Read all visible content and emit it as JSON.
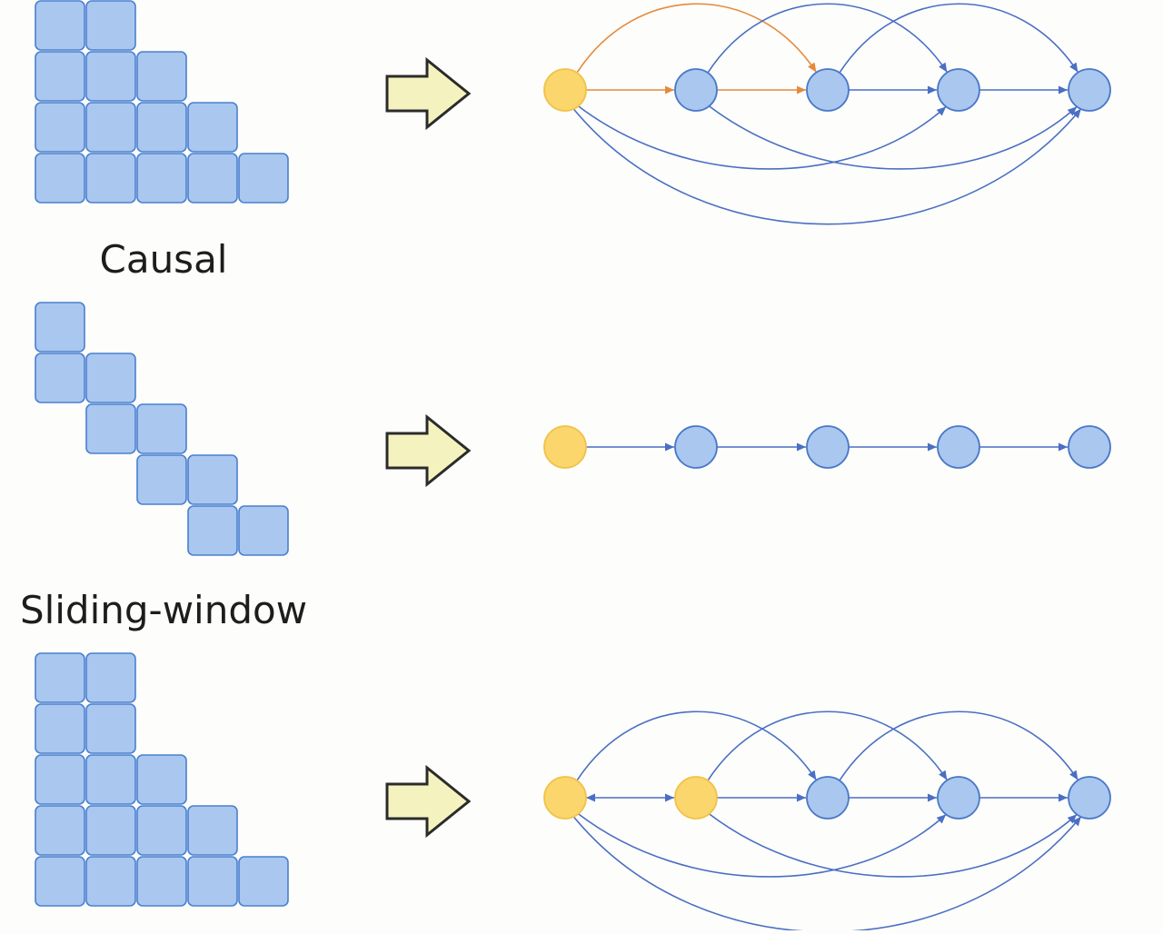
{
  "colors": {
    "cell_fill": "#a9c7ef",
    "cell_stroke": "#4a80cf",
    "node_blue_fill": "#a9c7ef",
    "node_blue_stroke": "#4a78c8",
    "node_yellow_fill": "#fbd66c",
    "node_yellow_stroke": "#f0c24a",
    "edge_blue": "#4a6fc4",
    "edge_orange": "#e58a3c",
    "arrow_fill": "#f4f3bf",
    "arrow_stroke": "#2b2b2b",
    "label_color": "#1d1d1d"
  },
  "patterns": [
    {
      "label": "Causal",
      "mask": [
        [
          1,
          1,
          0,
          0,
          0
        ],
        [
          1,
          1,
          1,
          0,
          0
        ],
        [
          1,
          1,
          1,
          1,
          0
        ],
        [
          1,
          1,
          1,
          1,
          1
        ]
      ],
      "graph": {
        "node_colors": [
          "yellow",
          "blue",
          "blue",
          "blue",
          "blue"
        ],
        "edges": [
          {
            "from": 0,
            "to": 1,
            "color": "orange",
            "shape": "straight"
          },
          {
            "from": 1,
            "to": 2,
            "color": "orange",
            "shape": "straight"
          },
          {
            "from": 0,
            "to": 2,
            "color": "orange",
            "shape": "arc-over"
          },
          {
            "from": 2,
            "to": 3,
            "color": "blue",
            "shape": "straight"
          },
          {
            "from": 3,
            "to": 4,
            "color": "blue",
            "shape": "straight"
          },
          {
            "from": 1,
            "to": 3,
            "color": "blue",
            "shape": "arc-over"
          },
          {
            "from": 2,
            "to": 4,
            "color": "blue",
            "shape": "arc-over"
          },
          {
            "from": 0,
            "to": 3,
            "color": "blue",
            "shape": "arc-under"
          },
          {
            "from": 1,
            "to": 4,
            "color": "blue",
            "shape": "arc-under"
          },
          {
            "from": 0,
            "to": 4,
            "color": "blue",
            "shape": "arc-under-deep"
          }
        ]
      }
    },
    {
      "label": "Sliding-window",
      "mask": [
        [
          1,
          0,
          0,
          0,
          0
        ],
        [
          1,
          1,
          0,
          0,
          0
        ],
        [
          0,
          1,
          1,
          0,
          0
        ],
        [
          0,
          0,
          1,
          1,
          0
        ],
        [
          0,
          0,
          0,
          1,
          1
        ]
      ],
      "graph": {
        "node_colors": [
          "yellow",
          "blue",
          "blue",
          "blue",
          "blue"
        ],
        "edges": [
          {
            "from": 0,
            "to": 1,
            "color": "blue",
            "shape": "straight"
          },
          {
            "from": 1,
            "to": 2,
            "color": "blue",
            "shape": "straight"
          },
          {
            "from": 2,
            "to": 3,
            "color": "blue",
            "shape": "straight"
          },
          {
            "from": 3,
            "to": 4,
            "color": "blue",
            "shape": "straight"
          }
        ]
      }
    },
    {
      "label": "",
      "mask": [
        [
          1,
          1,
          0,
          0,
          0
        ],
        [
          1,
          1,
          0,
          0,
          0
        ],
        [
          1,
          1,
          1,
          0,
          0
        ],
        [
          1,
          1,
          1,
          1,
          0
        ],
        [
          1,
          1,
          1,
          1,
          1
        ]
      ],
      "graph": {
        "node_colors": [
          "yellow",
          "yellow",
          "blue",
          "blue",
          "blue"
        ],
        "edges": [
          {
            "from": 0,
            "to": 1,
            "color": "blue",
            "shape": "bidirectional"
          },
          {
            "from": 1,
            "to": 2,
            "color": "blue",
            "shape": "straight"
          },
          {
            "from": 2,
            "to": 3,
            "color": "blue",
            "shape": "straight"
          },
          {
            "from": 3,
            "to": 4,
            "color": "blue",
            "shape": "straight"
          },
          {
            "from": 0,
            "to": 2,
            "color": "blue",
            "shape": "arc-over"
          },
          {
            "from": 1,
            "to": 3,
            "color": "blue",
            "shape": "arc-over"
          },
          {
            "from": 2,
            "to": 4,
            "color": "blue",
            "shape": "arc-over"
          },
          {
            "from": 0,
            "to": 3,
            "color": "blue",
            "shape": "arc-under"
          },
          {
            "from": 1,
            "to": 4,
            "color": "blue",
            "shape": "arc-under"
          },
          {
            "from": 0,
            "to": 4,
            "color": "blue",
            "shape": "arc-under-deep"
          }
        ]
      }
    }
  ]
}
